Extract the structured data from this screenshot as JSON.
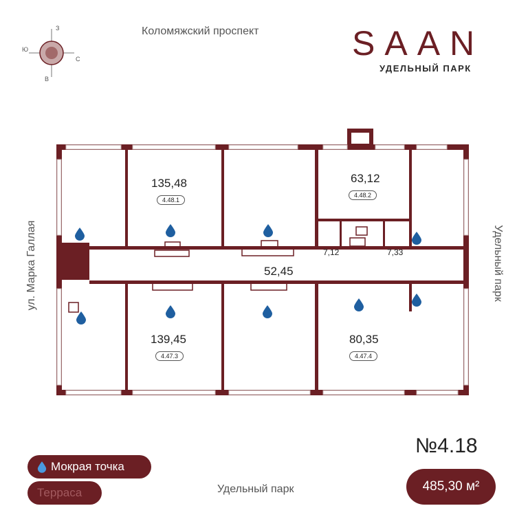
{
  "streets": {
    "top": "Коломяжский проспект",
    "left": "ул. Марка Галлая",
    "right": "Удельный парк",
    "bottom": "Удельный парк"
  },
  "brand": {
    "name": "SAAN",
    "subtitle": "УДЕЛЬНЫЙ ПАРК"
  },
  "compass": {
    "north": "З",
    "west": "Ю",
    "east": "С",
    "south": "В"
  },
  "rooms": [
    {
      "area": "135,48",
      "code": "4.48.1"
    },
    {
      "area": "63,12",
      "code": "4.48.2"
    },
    {
      "area": "139,45",
      "code": "4.47.3"
    },
    {
      "area": "80,35",
      "code": "4.47.4"
    }
  ],
  "corridor": {
    "area": "52,45"
  },
  "bathrooms": {
    "left": "7,12",
    "right": "7,33"
  },
  "legend": {
    "wet_point": "Мокрая точка",
    "terrace": "Терраса"
  },
  "unit": {
    "number": "№4.18",
    "total_area": "485,30 м²"
  },
  "colors": {
    "brand": "#6b1f24",
    "water": "#1f5fa0"
  },
  "icons": {
    "wet_point": "water-drop-icon",
    "compass": "compass-rose-icon"
  }
}
